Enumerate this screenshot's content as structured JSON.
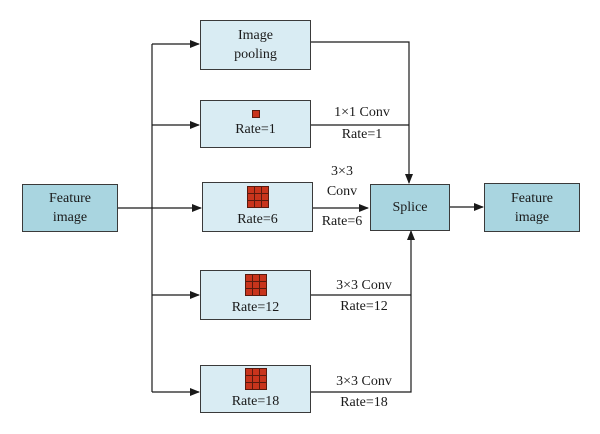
{
  "nodes": {
    "feature_input": {
      "lines": [
        "Feature",
        "image"
      ]
    },
    "image_pooling": {
      "lines": [
        "Image",
        "pooling"
      ]
    },
    "conv_rate1": {
      "label": "Rate=1",
      "kernel": 1
    },
    "conv_rate6": {
      "label": "Rate=6",
      "kernel": 3
    },
    "conv_rate12": {
      "label": "Rate=12",
      "kernel": 3
    },
    "conv_rate18": {
      "label": "Rate=18",
      "kernel": 3
    },
    "splice": {
      "label": "Splice"
    },
    "feature_output": {
      "lines": [
        "Feature",
        "image"
      ]
    }
  },
  "edge_labels": {
    "rate1": {
      "conv": "1×1 Conv",
      "rate": "Rate=1"
    },
    "rate6": {
      "line1": "3×3",
      "line2": "Conv",
      "rate": "Rate=6"
    },
    "rate12": {
      "conv": "3×3 Conv",
      "rate": "Rate=12"
    },
    "rate18": {
      "conv": "3×3 Conv",
      "rate": "Rate=18"
    }
  },
  "colors": {
    "primary_node": "#a9d5e0",
    "secondary_node": "#d9ecf3",
    "kernel_cell": "#c8341c",
    "line": "#1a1a1a"
  }
}
